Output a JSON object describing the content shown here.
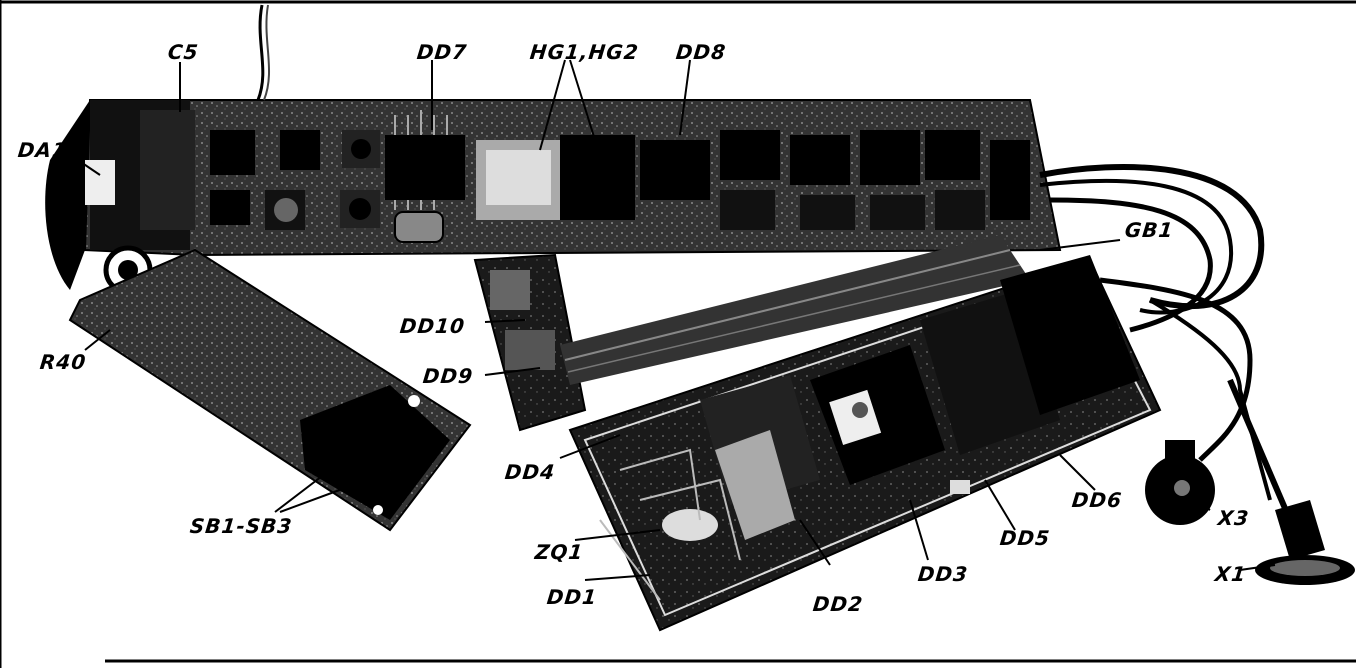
{
  "labels": {
    "da1": "DA1",
    "c5": "C5",
    "dd7": "DD7",
    "hg": "HG1,HG2",
    "dd8": "DD8",
    "gb1": "GB1",
    "dd10": "DD10",
    "dd9": "DD9",
    "r40": "R40",
    "dd4": "DD4",
    "sb": "SB1-SB3",
    "zq1": "ZQ1",
    "dd1": "DD1",
    "dd2": "DD2",
    "dd3": "DD3",
    "dd5": "DD5",
    "dd6": "DD6",
    "x3": "X3",
    "x1": "X1"
  }
}
